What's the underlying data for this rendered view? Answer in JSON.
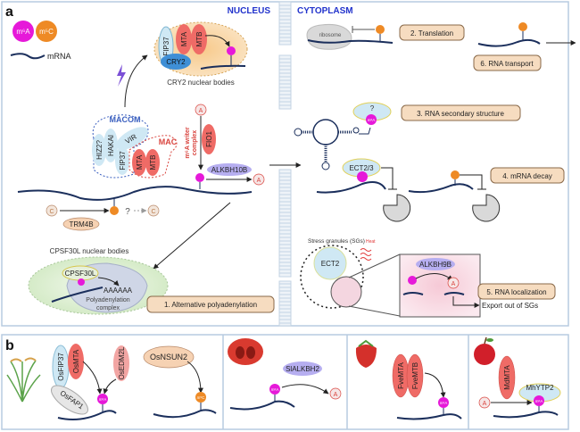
{
  "panel_a": {
    "label": "a",
    "compartments": {
      "nucleus": "NUCLEUS",
      "cytoplasm": "CYTOPLASM"
    },
    "legend": {
      "m6a": "m⁶A",
      "m5c": "m⁵C",
      "mrna": "mRNA"
    },
    "cry2_bodies": {
      "caption": "CRY2 nuclear bodies",
      "proteins": [
        "FIP37",
        "MTA",
        "MTB",
        "CRY2"
      ]
    },
    "writer_complex": {
      "macom": "MACOM",
      "mac": "MAC",
      "proteins": [
        "HIZ2?",
        "HAKAI",
        "FIP37",
        "VIR",
        "MTA",
        "MTB"
      ],
      "label_line1": "m⁶A writer",
      "label_line2": "complex",
      "fio1": "FIO1",
      "alkbh10b": "ALKBH10B",
      "a_base": "A"
    },
    "m5c_writer": {
      "trm4b": "TRM4B",
      "c_base": "C",
      "question": "?"
    },
    "cpsf30l": {
      "caption": "CPSF30L nuclear bodies",
      "protein": "CPSF30L",
      "polya": "AAAAAA",
      "complex_line1": "Polyadenylation",
      "complex_line2": "complex"
    },
    "processes": [
      "1. Alternative polyadenylation",
      "2. Translation",
      "3. RNA secondary structure",
      "4. mRNA decay",
      "5. RNA localization",
      "6. RNA transport"
    ],
    "ribosome": "ribosome",
    "secondary_q": "?",
    "ect23": "ECT2/3",
    "stress_granules": {
      "caption": "Stress granules (SGs)",
      "heat": "Heat",
      "ect2": "ECT2",
      "alkbh9b": "ALKBH9B",
      "a_base": "A",
      "export": "Export out of SGs"
    },
    "mod_small": {
      "m6a": "m⁶A",
      "m5c": "m⁵C"
    }
  },
  "panel_b": {
    "label": "b",
    "rice": {
      "proteins": [
        "OsFIP37",
        "OsMTA",
        "OsEDM2L",
        "OsFAP1"
      ],
      "nsun": "OsNSUN2"
    },
    "tomato": {
      "protein": "SlALKBH2",
      "a_base": "A"
    },
    "strawberry": {
      "proteins": [
        "FveMTA",
        "FveMTB"
      ]
    },
    "apple": {
      "protein": "MdMTA",
      "reader": "MhYTP2",
      "a_base": "A"
    }
  },
  "colors": {
    "m6a": "#e619d9",
    "m5c": "#ee8a25",
    "writer_red": "#ef6b66",
    "light_blue": "#cfe8f4",
    "purple": "#b6aef0",
    "process_box": "#f6dcc0",
    "process_border": "#8a6a4a",
    "compartment_text": "#2233cc",
    "border": "#b7cbe0",
    "rna": "#1b2f5c"
  }
}
